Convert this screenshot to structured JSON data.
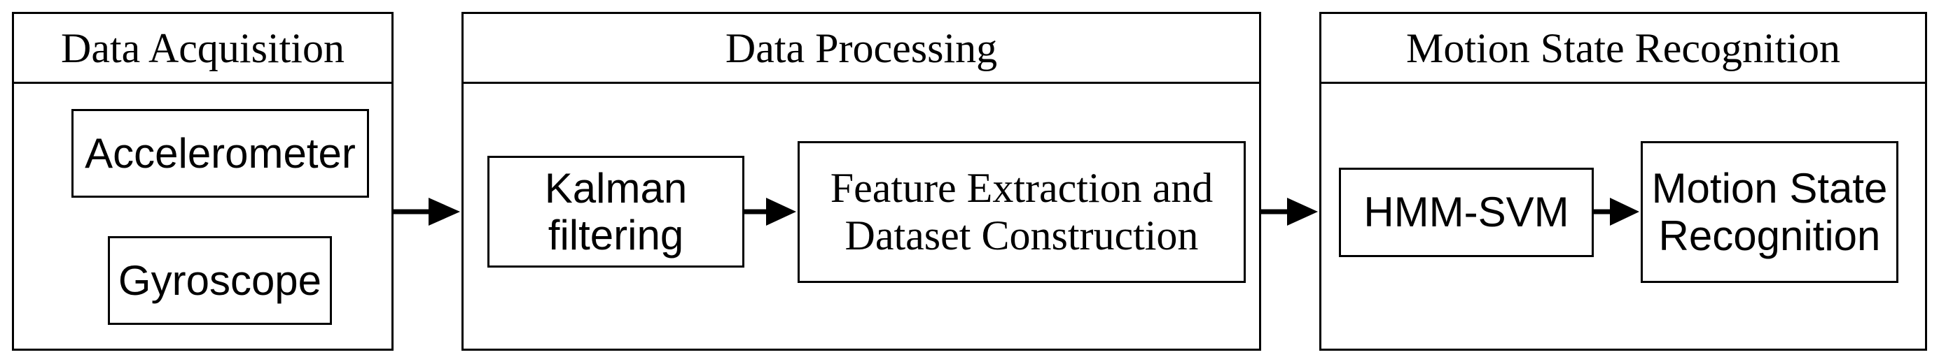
{
  "panels": {
    "acquisition": {
      "title": "Data Acquisition"
    },
    "processing": {
      "title": "Data Processing"
    },
    "recognition": {
      "title": "Motion State Recognition"
    }
  },
  "boxes": {
    "accelerometer": "Accelerometer",
    "gyroscope": "Gyroscope",
    "kalman": "Kalman\nfiltering",
    "feature": "Feature Extraction and\nDataset Construction",
    "hmm_svm": "HMM-SVM",
    "motion_state": "Motion State\nRecognition"
  }
}
